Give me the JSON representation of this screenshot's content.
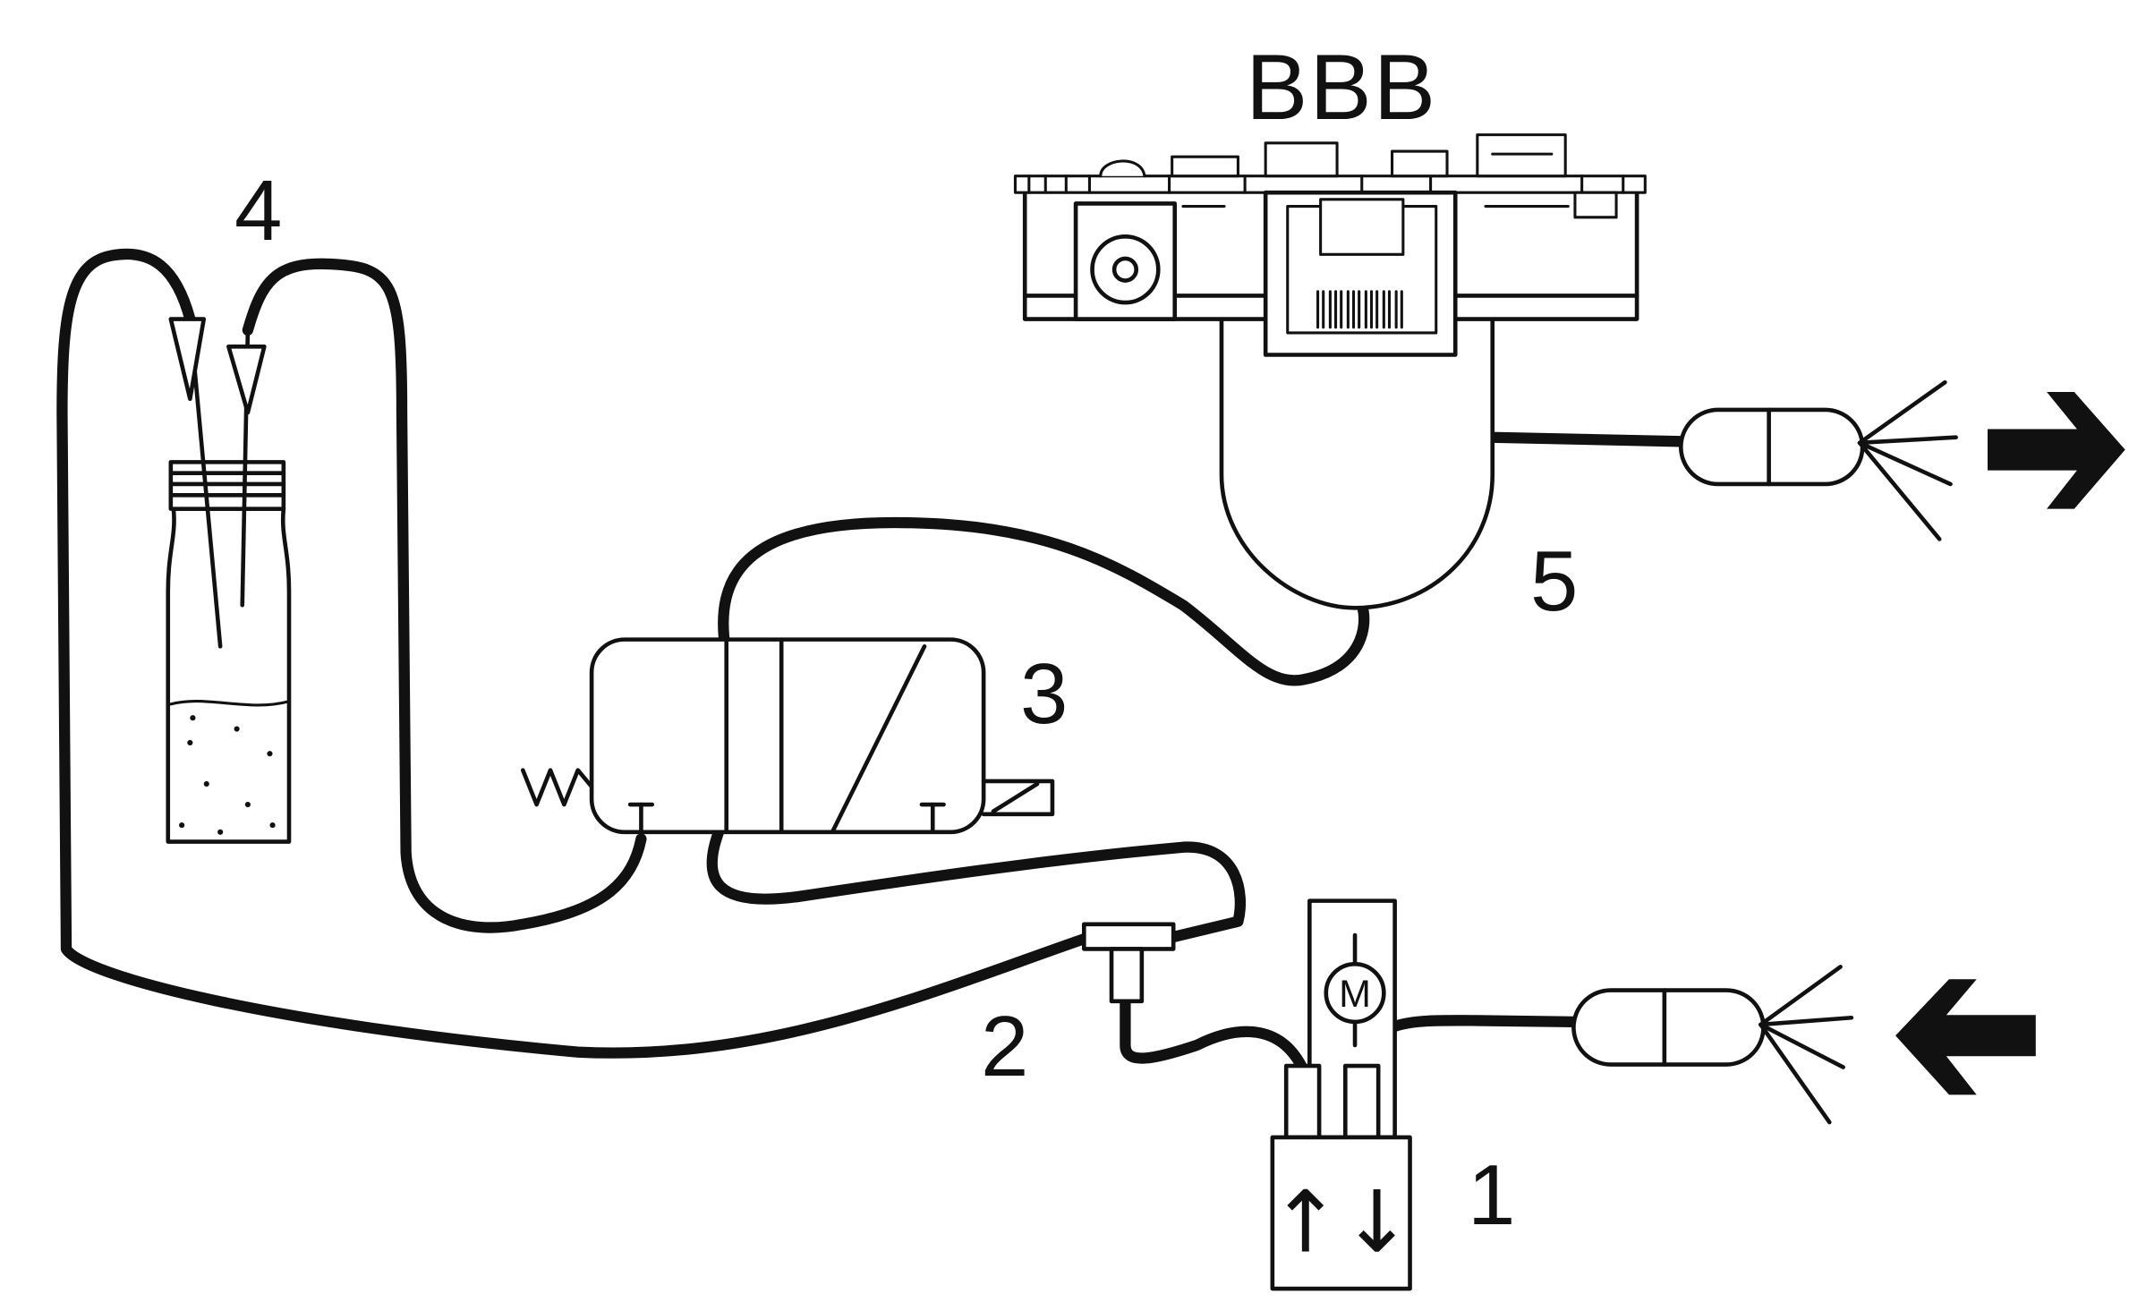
{
  "labels": {
    "board": "BBB",
    "n1": "1",
    "n2": "2",
    "n3": "3",
    "n4": "4",
    "n5": "5"
  },
  "icons": {
    "pump_motor": "M",
    "pump_flow": "↑↓"
  },
  "colors": {
    "stroke": "#111111",
    "background": "#ffffff"
  }
}
